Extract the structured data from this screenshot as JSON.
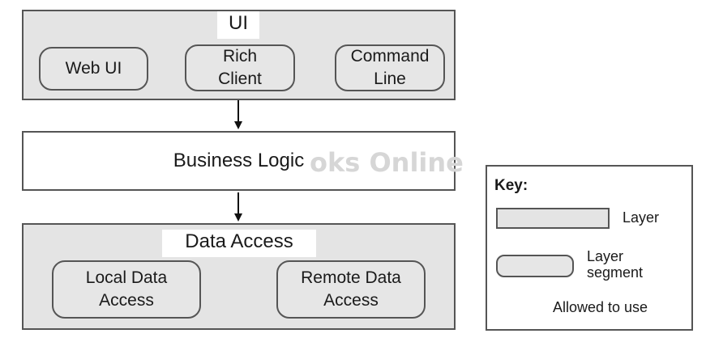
{
  "ui_layer": {
    "title": "UI",
    "segments": [
      {
        "line1": "Web UI",
        "line2": ""
      },
      {
        "line1": "Rich",
        "line2": "Client"
      },
      {
        "line1": "Command",
        "line2": "Line"
      }
    ]
  },
  "business_layer": {
    "title": "Business Logic"
  },
  "data_layer": {
    "title": "Data Access",
    "segments": [
      {
        "line1": "Local Data",
        "line2": "Access"
      },
      {
        "line1": "Remote Data",
        "line2": "Access"
      }
    ]
  },
  "watermark": "oks Online",
  "key": {
    "title": "Key:",
    "layer_label": "Layer",
    "segment_label_1": "Layer",
    "segment_label_2": "segment",
    "arrow_label": "Allowed to use"
  }
}
